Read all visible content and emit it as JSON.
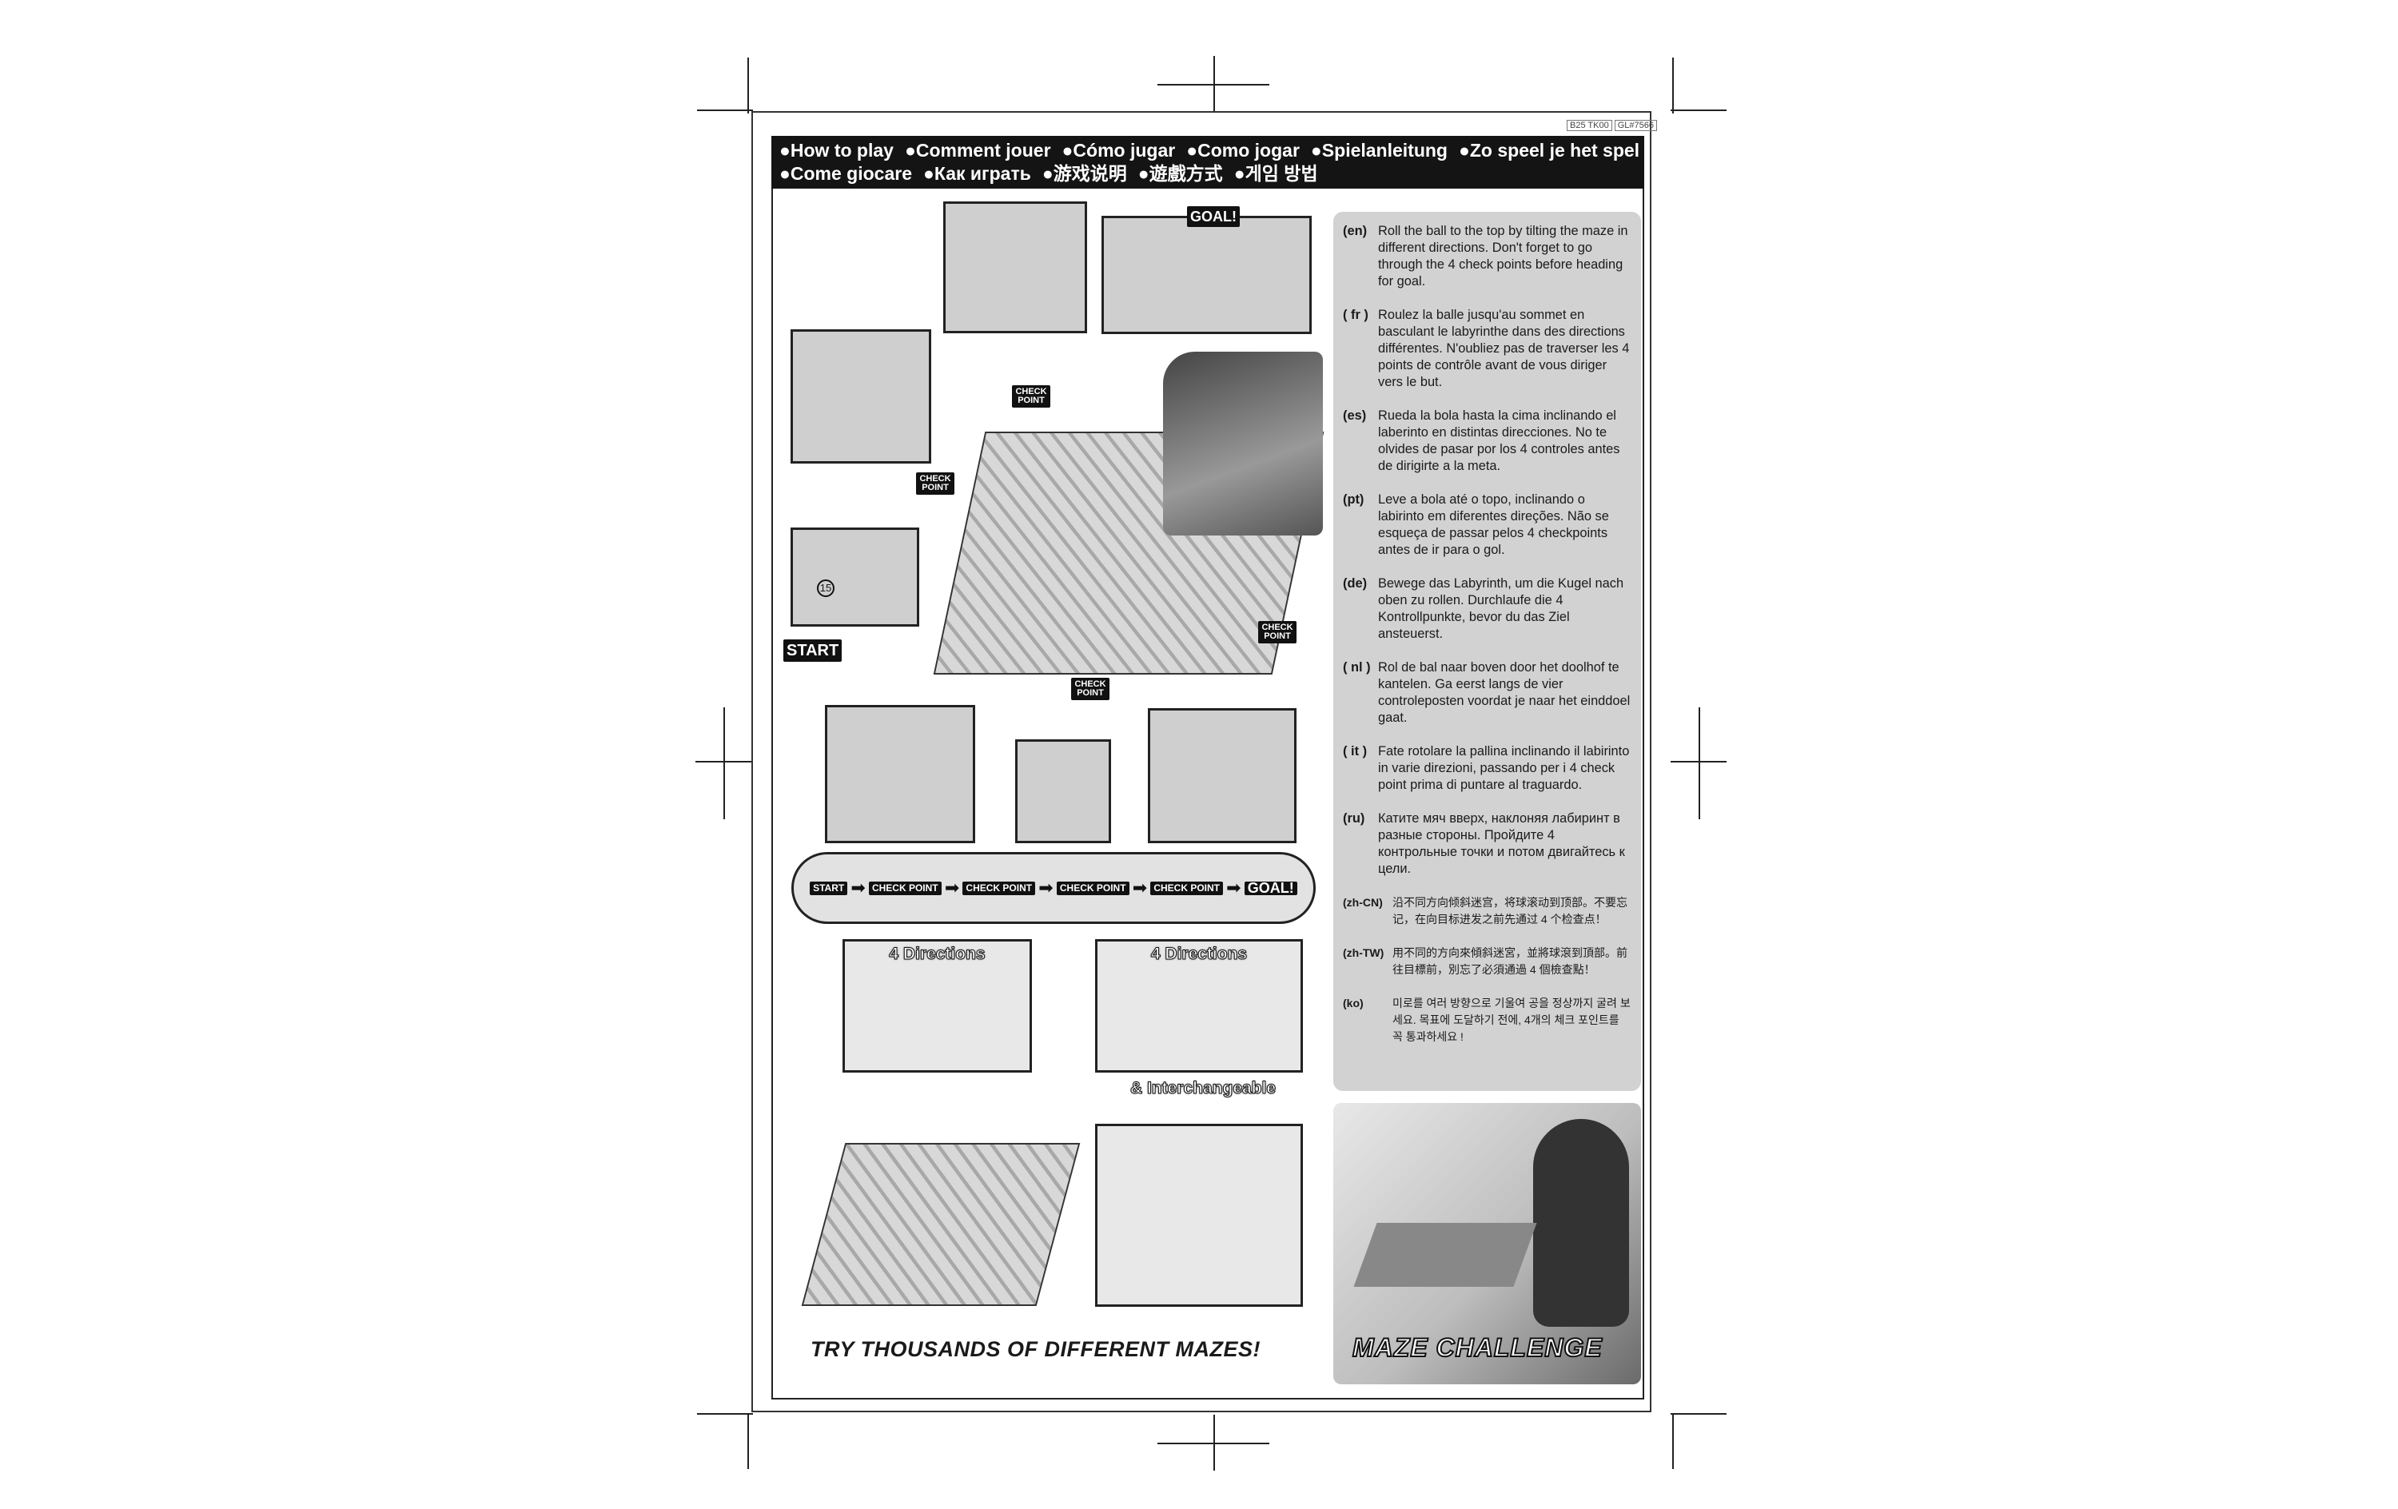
{
  "print_code": [
    "B25 TK00",
    "GL#7566"
  ],
  "header": {
    "titles": [
      "●How to play",
      "●Comment jouer",
      "●Cómo jugar",
      "●Como jogar",
      "●Spielanleitung",
      "●Zo speel je het spel",
      "●Come giocare",
      "●Как играть",
      "●游戏说明",
      "●遊戲方式",
      "●게임 방법"
    ]
  },
  "instructions": [
    {
      "lang": "(en)",
      "text": "Roll the ball to the top by tilting the maze in different directions. Don't forget to go through the 4 check points before heading for goal."
    },
    {
      "lang": "( fr )",
      "text": "Roulez la balle jusqu'au sommet en basculant le labyrinthe dans des directions différentes. N'oubliez pas de traverser les 4 points de contrôle avant de vous diriger vers le but."
    },
    {
      "lang": "(es)",
      "text": "Rueda la bola hasta la cima inclinando el laberinto en distintas direcciones. No te olvides de pasar por los 4 controles antes de dirigirte a la meta."
    },
    {
      "lang": "(pt)",
      "text": "Leve a bola até o topo, inclinando o labirinto em diferentes direções. Não se esqueça de passar pelos 4 checkpoints antes de ir para o gol."
    },
    {
      "lang": "(de)",
      "text": "Bewege das Labyrinth, um die Kugel nach oben zu rollen. Durchlaufe die 4 Kontrollpunkte, bevor du das Ziel ansteuerst."
    },
    {
      "lang": "( nl )",
      "text": "Rol de bal naar boven door het doolhof te kantelen. Ga eerst langs de vier controleposten voordat je naar het einddoel gaat."
    },
    {
      "lang": "( it )",
      "text": "Fate rotolare la pallina inclinando il labirinto in varie direzioni, passando per i 4 check point prima di puntare al traguardo."
    },
    {
      "lang": "(ru)",
      "text": "Катите мяч вверх, наклоняя лабиринт в разные стороны. Пройдите 4 контрольные точки и потом двигайтесь к цели."
    },
    {
      "lang": "(zh-CN)",
      "text": "沿不同方向倾斜迷宫，将球滚动到顶部。不要忘记，在向目标进发之前先通过 4 个检查点！"
    },
    {
      "lang": "(zh-TW)",
      "text": "用不同的方向來傾斜迷宮，並將球滾到頂部。前往目標前，別忘了必須通過 4 個檢查點！"
    },
    {
      "lang": "(ko)",
      "text": "미로를 여러 방향으로 기울여 공을 정상까지 굴려 보세요. 목표에 도달하기 전에, 4개의 체크 포인트를 꼭 통과하세요 !"
    }
  ],
  "diagram": {
    "start": "START",
    "check_point": "CHECK POINT",
    "goal": "GOAL!",
    "step_number": "15",
    "sequence": [
      "START",
      "CHECK POINT",
      "CHECK POINT",
      "CHECK POINT",
      "CHECK POINT",
      "GOAL!"
    ],
    "four_directions": "4 Directions",
    "interchangeable": "& Interchangeable"
  },
  "footer": {
    "tagline": "TRY THOUSANDS OF DIFFERENT MAZES!",
    "logo": "MAZE CHALLENGE"
  }
}
